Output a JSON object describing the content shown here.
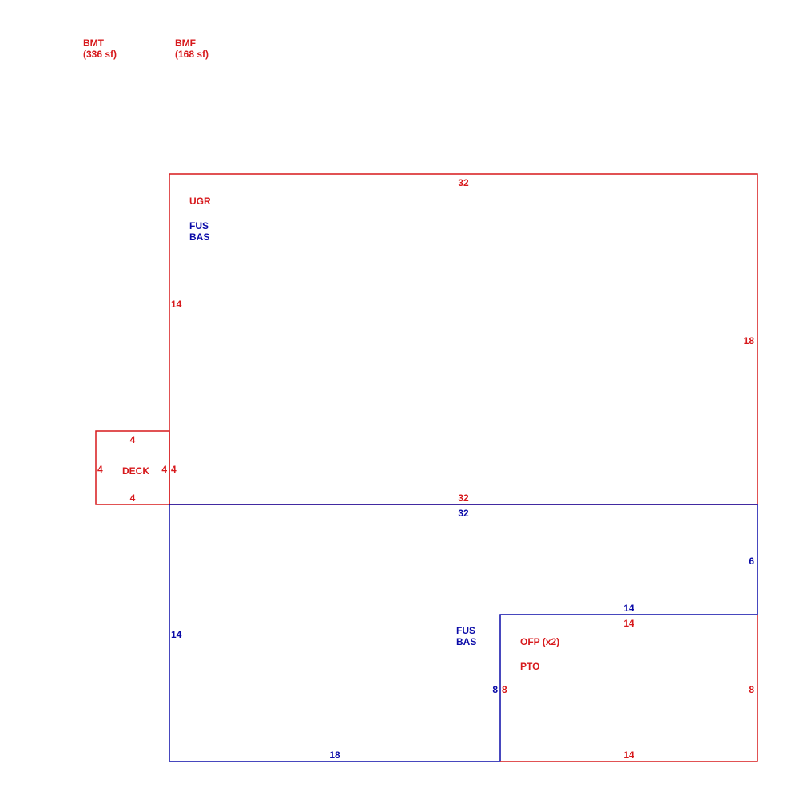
{
  "colors": {
    "red": "#d7191c",
    "blue": "#0a0aa8",
    "background": "#ffffff"
  },
  "legend": {
    "bmt": {
      "code": "BMT",
      "area": "(336 sf)"
    },
    "bmf": {
      "code": "BMF",
      "area": "(168 sf)"
    }
  },
  "upper_floor": {
    "labels": {
      "ugr": "UGR",
      "fus": "FUS",
      "bas": "BAS"
    },
    "dims": {
      "top": "32",
      "left": "14",
      "right": "18",
      "bottom": "32"
    }
  },
  "deck": {
    "label": "DECK",
    "dims": {
      "top": "4",
      "bottom": "4",
      "left": "4",
      "right": "4",
      "shared": "4"
    }
  },
  "basement": {
    "labels": {
      "fus": "FUS",
      "bas": "BAS"
    },
    "dims": {
      "top": "32",
      "right": "6",
      "left": "14",
      "bottom": "18",
      "notch_top": "14",
      "notch_left": "8"
    }
  },
  "porch": {
    "labels": {
      "ofp": "OFP (x2)",
      "pto": "PTO"
    },
    "dims": {
      "top": "14",
      "left": "8",
      "right": "8",
      "bottom": "14"
    }
  }
}
